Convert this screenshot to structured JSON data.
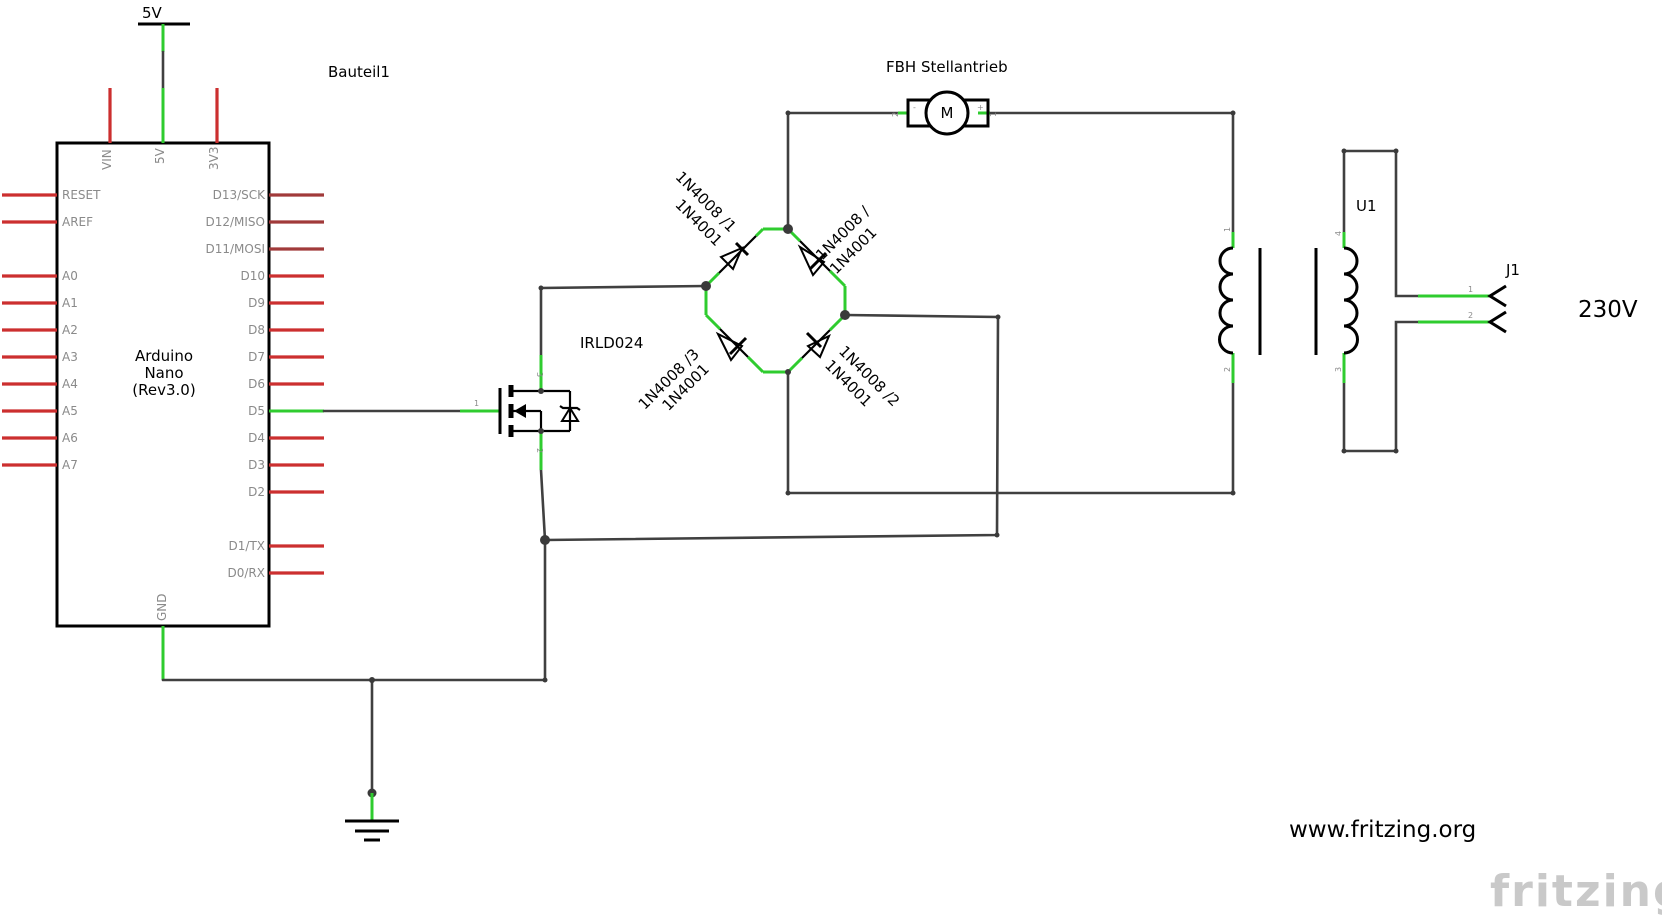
{
  "supply": {
    "label": "5V"
  },
  "arduino": {
    "title": "Bauteil1",
    "name_lines": [
      "Arduino",
      "Nano",
      "(Rev3.0)"
    ],
    "top_pins": [
      "VIN",
      "5V",
      "3V3"
    ],
    "left_pins": [
      "RESET",
      "AREF",
      "A0",
      "A1",
      "A2",
      "A3",
      "A4",
      "A5",
      "A6",
      "A7"
    ],
    "right_pins": [
      "D13/SCK",
      "D12/MISO",
      "D11/MOSI",
      "D10",
      "D9",
      "D8",
      "D7",
      "D6",
      "D5",
      "D4",
      "D3",
      "D2",
      "D1/TX",
      "D0/RX"
    ],
    "bottom_pin": "GND"
  },
  "mosfet": {
    "label": "IRLD024",
    "pin_gate": "1",
    "pin_drain": "3",
    "pin_source": "2"
  },
  "motor": {
    "label": "FBH Stellantrieb",
    "symbol": "M",
    "pin_minus": "-",
    "pin_plus": "+",
    "pin_num_left": "2",
    "pin_num_right": "1"
  },
  "diodes": [
    {
      "line1": "1N4008 /1",
      "line2": "1N4001"
    },
    {
      "line1": "1N4008 /",
      "line2": "1N4001"
    },
    {
      "line1": "1N4008 /3",
      "line2": "1N4001"
    },
    {
      "line1": "1N4008 /2",
      "line2": "1N4001"
    }
  ],
  "transformer": {
    "label": "U1",
    "pins": [
      "1",
      "2",
      "4",
      "3"
    ]
  },
  "connector": {
    "label": "J1",
    "pins": [
      "1",
      "2"
    ]
  },
  "mains": {
    "label": "230V"
  },
  "footer": {
    "url": "www.fritzing.org",
    "brand": "fritzing"
  },
  "colors": {
    "wire": "#404040",
    "connected_pin": "#2fcc2f",
    "unconnected_pin": "#cc2f2f",
    "brand_gray": "#c9c9c9"
  }
}
